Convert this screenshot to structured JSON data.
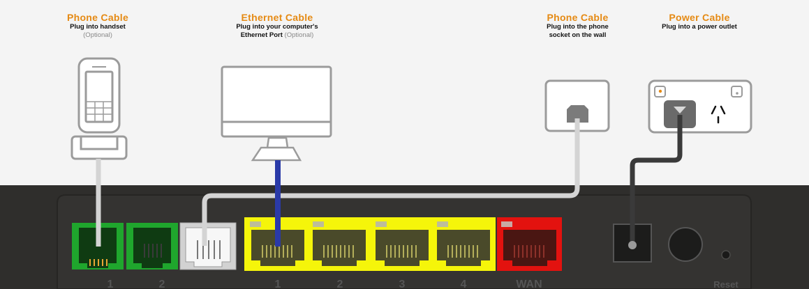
{
  "labels": {
    "phone_handset": {
      "title": "Phone Cable",
      "line1": "Plug into handset",
      "optional": "(Optional)"
    },
    "ethernet": {
      "title": "Ethernet Cable",
      "line1": "Plug into your computer's",
      "line2": "Ethernet Port",
      "optional": "(Optional)"
    },
    "phone_wall": {
      "title": "Phone Cable",
      "line1": "Plug into the phone",
      "line2": "socket on the wall"
    },
    "power": {
      "title": "Power Cable",
      "line1": "Plug into a power outlet"
    }
  },
  "port_labels": {
    "phone1": "1",
    "phone2": "2",
    "lan1": "1",
    "lan2": "2",
    "lan3": "3",
    "lan4": "4",
    "wan": "WAN",
    "reset": "Reset"
  },
  "colors": {
    "accent": "#e58a14",
    "phone_port": "#1fa62d",
    "lan_port": "#f5f50a",
    "wan_port": "#e3120f",
    "ethernet_cable": "#2a3aa8",
    "phone_cable": "#d4d4d4",
    "power_cable": "#3a3a3a",
    "router": "#2f2e2c"
  },
  "icons": [
    "handset-icon",
    "computer-monitor-icon",
    "wall-phone-socket-icon",
    "power-outlet-icon",
    "power-button-icon"
  ]
}
